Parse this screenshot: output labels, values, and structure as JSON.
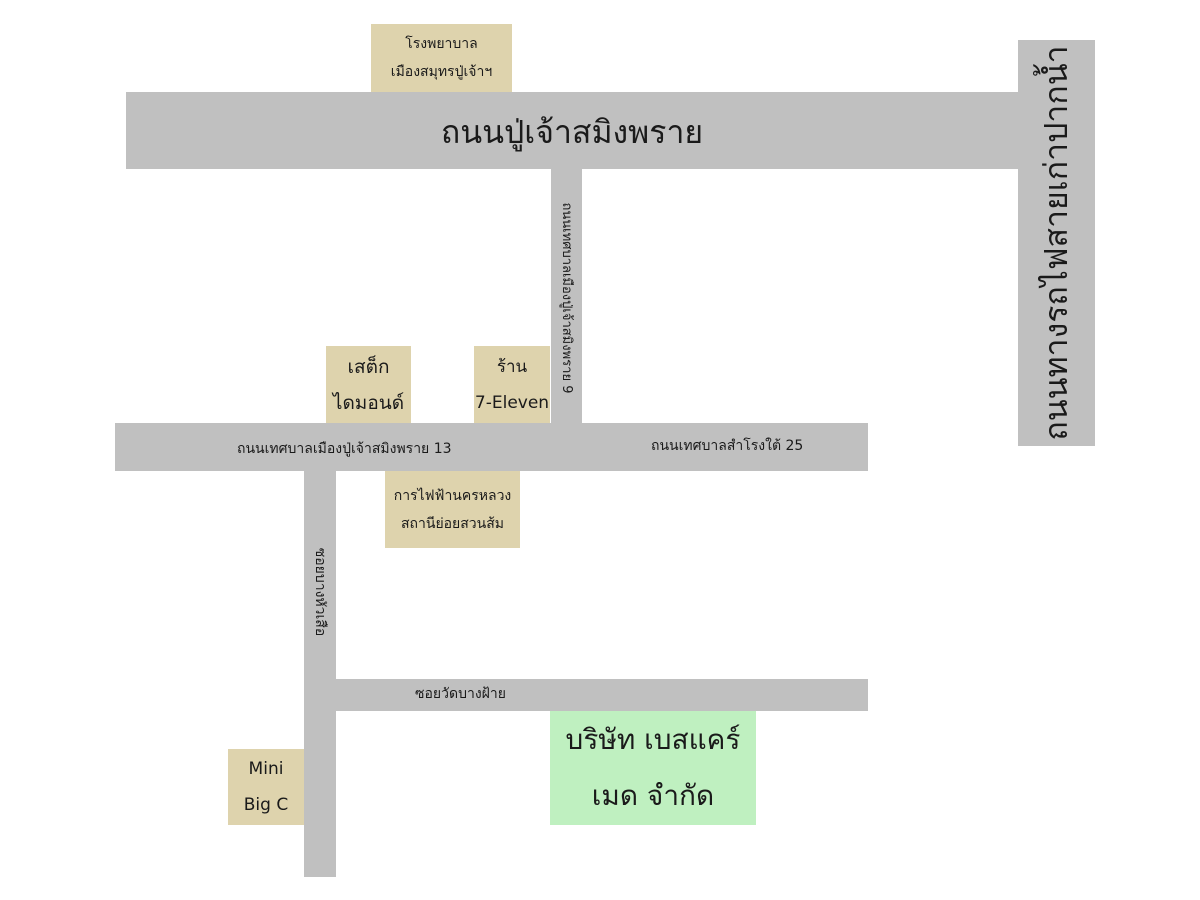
{
  "roads": {
    "main_road": "ถนนปู่เจ้าสมิงพราย",
    "railway_road": "ถนนทางรถไฟสายเก่าปากน้ำ",
    "soi_9": "ถนนเทศบาลเมืองปู่เจ้าสมิงพราย 9",
    "soi_13": "ถนนเทศบาลเมืองปู่เจ้าสมิงพราย 13",
    "samrong_25": "ถนนเทศบาลสำโรงใต้ 25",
    "soi_bang_hua_suea": "ซอยบางหัวเสือ",
    "soi_wat_bang_fai": "ซอยวัดบางฝ้าย"
  },
  "landmarks": {
    "hospital": [
      "โรงพยาบาล",
      "เมืองสมุทรปู่เจ้าฯ"
    ],
    "stick_diamond": [
      "เสต็ก",
      "ไดมอนด์"
    ],
    "seven_eleven": [
      "ร้าน",
      "7-Eleven"
    ],
    "pea": [
      "การไฟฟ้านครหลวง",
      "สถานีย่อยสวนส้ม"
    ],
    "big_c": [
      "Mini",
      "Big C"
    ]
  },
  "destination": [
    "บริษัท เบสแคร์",
    "เมด จำกัด"
  ]
}
